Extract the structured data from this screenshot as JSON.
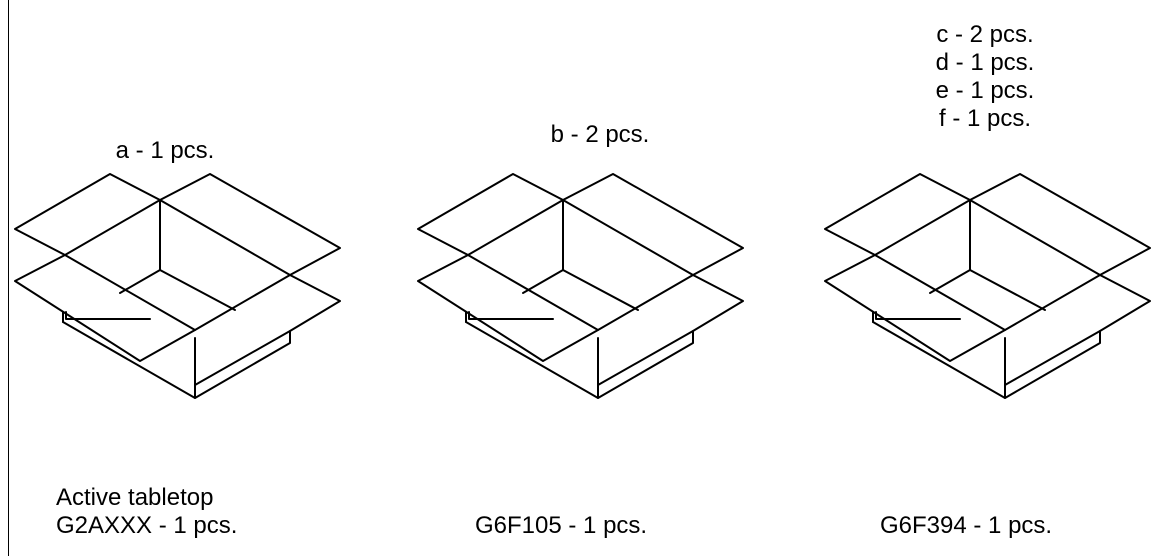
{
  "boxes": [
    {
      "contents": [
        "a - 1 pcs."
      ],
      "package": [
        "Active tabletop",
        "G2AXXX - 1 pcs."
      ]
    },
    {
      "contents": [
        "b - 2 pcs."
      ],
      "package": [
        "G6F105 - 1 pcs."
      ]
    },
    {
      "contents": [
        "c - 2 pcs.",
        "d - 1 pcs.",
        "e - 1 pcs.",
        "f - 1 pcs."
      ],
      "package": [
        "G6F394 - 1 pcs."
      ]
    }
  ],
  "colors": {
    "line": "#000000",
    "background": "#ffffff"
  },
  "icons": [
    "open-carton-box-icon"
  ]
}
